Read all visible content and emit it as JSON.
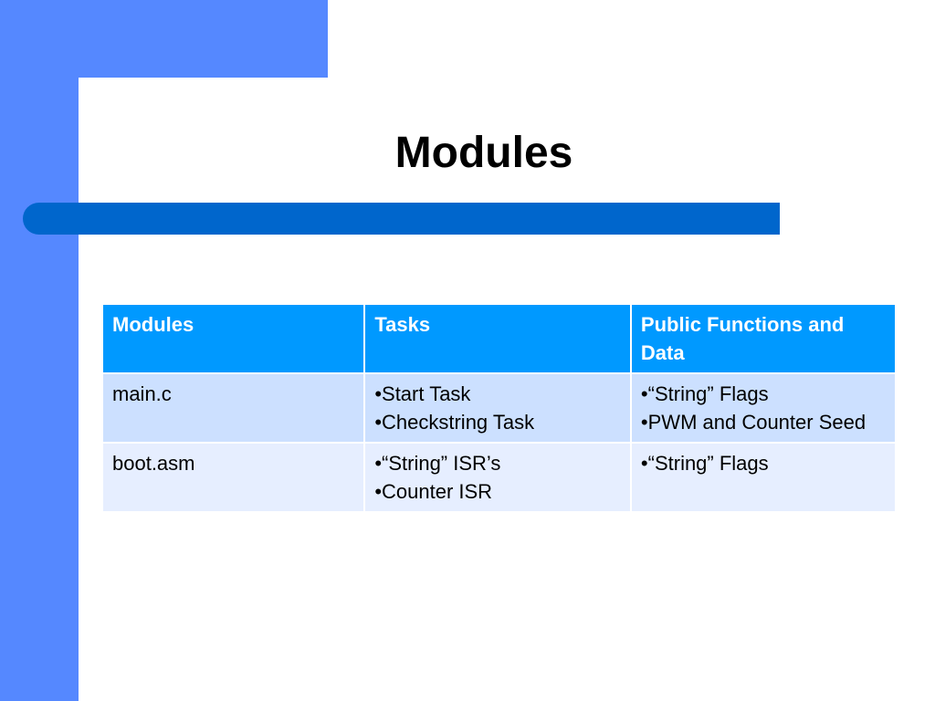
{
  "slide": {
    "title": "Modules"
  },
  "colors": {
    "accent_light": "#5588ff",
    "accent_bar": "#0066cc",
    "header_bg": "#0099ff",
    "row_odd": "#cce0ff",
    "row_even": "#e6eeff"
  },
  "table": {
    "headers": [
      "Modules",
      "Tasks",
      "Public Functions and Data"
    ],
    "rows": [
      {
        "module": "main.c",
        "tasks": [
          "•Start Task",
          "•Checkstring Task"
        ],
        "public": [
          "•“String” Flags",
          "•PWM and Counter Seed"
        ]
      },
      {
        "module": "boot.asm",
        "tasks": [
          "•“String” ISR’s",
          "•Counter ISR"
        ],
        "public": [
          "•“String” Flags"
        ]
      }
    ]
  }
}
